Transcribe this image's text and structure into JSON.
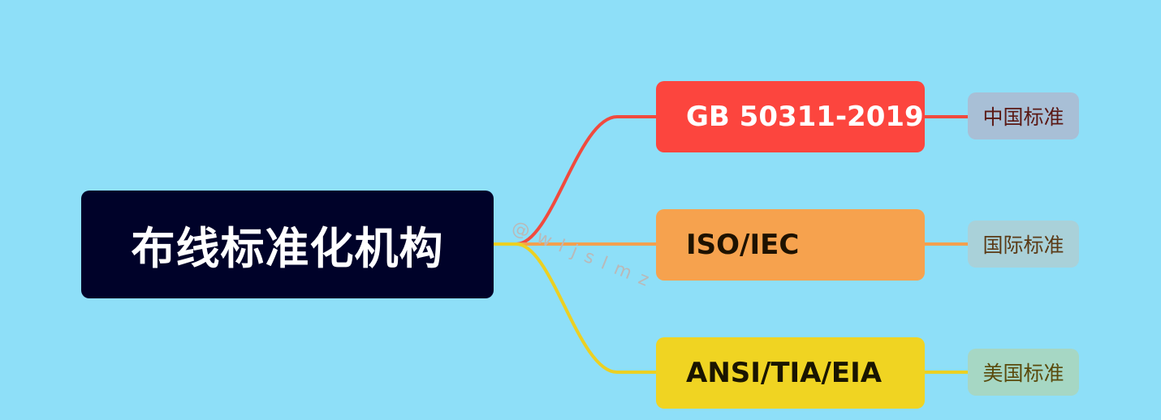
{
  "root": {
    "label": "布线标准化机构"
  },
  "branches": [
    {
      "label": "GB 50311-2019",
      "note": "中国标准",
      "color": "#fc453e"
    },
    {
      "label": "ISO/IEC",
      "note": "国际标准",
      "color": "#f6a24e"
    },
    {
      "label": "ANSI/TIA/EIA",
      "note": "美国标准",
      "color": "#f0d422"
    }
  ],
  "watermark": "@wljslmz"
}
